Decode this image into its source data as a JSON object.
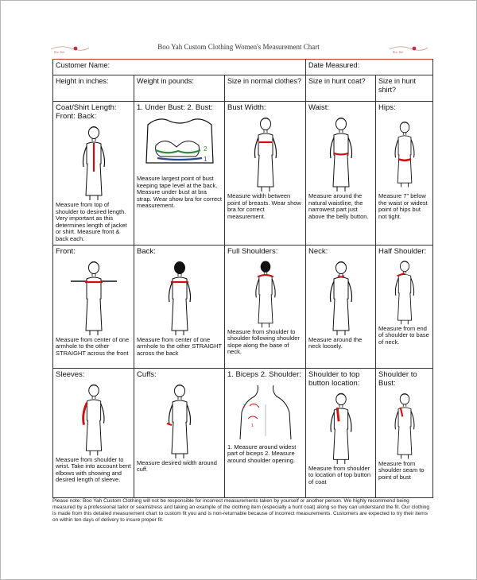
{
  "header": {
    "title": "Boo Yah Custom Clothing Women's Measurement Chart",
    "logo_left": "Boo Yah",
    "logo_right": "Boo Yah"
  },
  "top_row": {
    "customer_name": "Customer Name:",
    "date_measured": "Date Measured:"
  },
  "sizes_row": [
    "Height in inches:",
    "Weight in pounds:",
    "Size in normal clothes?",
    "Size in hunt coat?",
    "Size in hunt shirt?"
  ],
  "rows": [
    [
      {
        "label": "Coat/Shirt Length: Front: Back:",
        "desc": "Measure from top of shoulder to desired length. Very important as this determines length of jacket or shirt. Measure front & back each.",
        "figure": "length-figure"
      },
      {
        "label": "1. Under Bust: 2. Bust:",
        "desc": "Measure largest point of bust keeping tape level at the back. Measure under bust at bra strap. Wear show bra for correct measurement.",
        "figure": "bra-diagram"
      },
      {
        "label": "Bust Width:",
        "desc": "Measure width between point of breasts. Wear show bra for correct measurement.",
        "figure": "bust-width-figure"
      },
      {
        "label": "Waist:",
        "desc": "Measure around the natural waistline, the narrowest part just above the belly button.",
        "figure": "waist-figure"
      },
      {
        "label": "Hips:",
        "desc": "Measure 7\" below the waist or widest point of hips but not tight.",
        "figure": "hips-figure"
      }
    ],
    [
      {
        "label": "Front:",
        "desc": "Measure from center of one armhole to the other STRAIGHT across the front",
        "figure": "front-figure"
      },
      {
        "label": "Back:",
        "desc": "Measure from center of one armhole to the other STRAIGHT across the back",
        "figure": "back-figure"
      },
      {
        "label": "Full Shoulders:",
        "desc": "Measure from shoulder to shoulder following shoulder slope along the base of neck.",
        "figure": "shoulders-figure"
      },
      {
        "label": "Neck:",
        "desc": "Measure around the neck loosely.",
        "figure": "neck-figure"
      },
      {
        "label": "Half Shoulder:",
        "desc": "Measure from end of shoulder to base of neck.",
        "figure": "half-shoulder-figure"
      }
    ],
    [
      {
        "label": "Sleeves:",
        "desc": "Measure from shoulder to wrist. Take into account bent elbows with showing and desired length of sleeve.",
        "figure": "sleeves-figure"
      },
      {
        "label": "Cuffs:",
        "desc": "Measure desired width around cuff.",
        "figure": "cuffs-figure"
      },
      {
        "label": "1. Biceps 2. Shoulder:",
        "desc": "1. Measure around widest part of biceps 2. Measure around shoulder opening.",
        "figure": "biceps-figure"
      },
      {
        "label": "Shoulder to top button location:",
        "desc": "Measure from shoulder to location of top button of coat",
        "figure": "top-button-figure"
      },
      {
        "label": "Shoulder to Bust:",
        "desc": "Measure from shoulder seam to point of bust",
        "figure": "shoulder-bust-figure"
      }
    ]
  ],
  "note": "Please note: Boo Yah Custom Clothing will not be responsible for incorrect measurements taken by yourself or another person. We highly recommend being measured by a professional tailor or seamstress and taking an example of the clothing item (especially a hunt coat) along so they can understand the fit. Our clothing is made from this detailed measurement chart to custom fit you and is non-returnable because of incorrect measurements. Customers are expected to try their items on within ten days of delivery to insure proper fit.",
  "colors": {
    "accent": "#c0392b",
    "mark": "#cc1111",
    "green": "#2e8b3a",
    "blue": "#2a4b8d"
  }
}
